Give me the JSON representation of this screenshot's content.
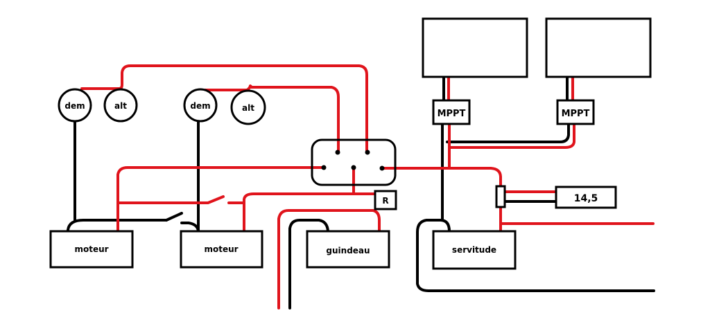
{
  "colors": {
    "red_wire": "#e0141c",
    "black_wire": "#000000",
    "outline": "#000000",
    "background": "#ffffff"
  },
  "gauges": {
    "dem_left": "dem",
    "alt_left": "alt",
    "dem_right": "dem",
    "alt_right": "alt"
  },
  "components": {
    "moteur_left": "moteur",
    "moteur_right": "moteur",
    "guindeau": "guindeau",
    "servitude": "servitude",
    "relay": "R",
    "mppt_left": "MPPT",
    "mppt_right": "MPPT",
    "voltmeter_value": "14,5"
  }
}
